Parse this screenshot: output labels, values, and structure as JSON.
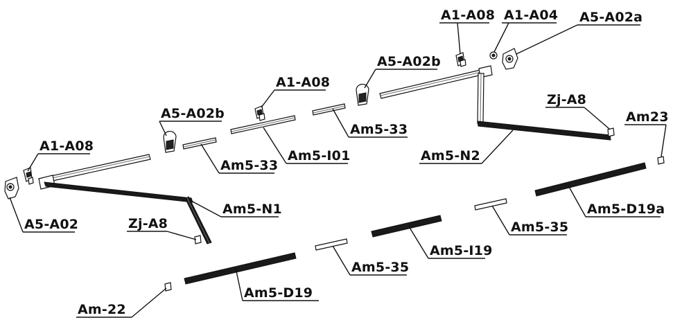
{
  "labels": {
    "a1_a08_top": "A1-A08",
    "a1_a04": "A1-A04",
    "a5_a02a": "A5-A02a",
    "a5_a02b_right": "A5-A02b",
    "a1_a08_mid": "A1-A08",
    "zj_a8_right": "Zj-A8",
    "am23": "Am23",
    "a5_a02b_left": "A5-A02b",
    "am5_33_right": "Am5-33",
    "a1_a08_left": "A1-A08",
    "am5_n2": "Am5-N2",
    "am5_i01": "Am5-I01",
    "am5_33_left": "Am5-33",
    "am5_n1": "Am5-N1",
    "a5_a02": "A5-A02",
    "zj_a8_left": "Zj-A8",
    "am5_d19a": "Am5-D19a",
    "am5_35_right": "Am5-35",
    "am5_i19": "Am5-I19",
    "am5_35_left": "Am5-35",
    "am5_d19": "Am5-D19",
    "am_22": "Am-22"
  }
}
